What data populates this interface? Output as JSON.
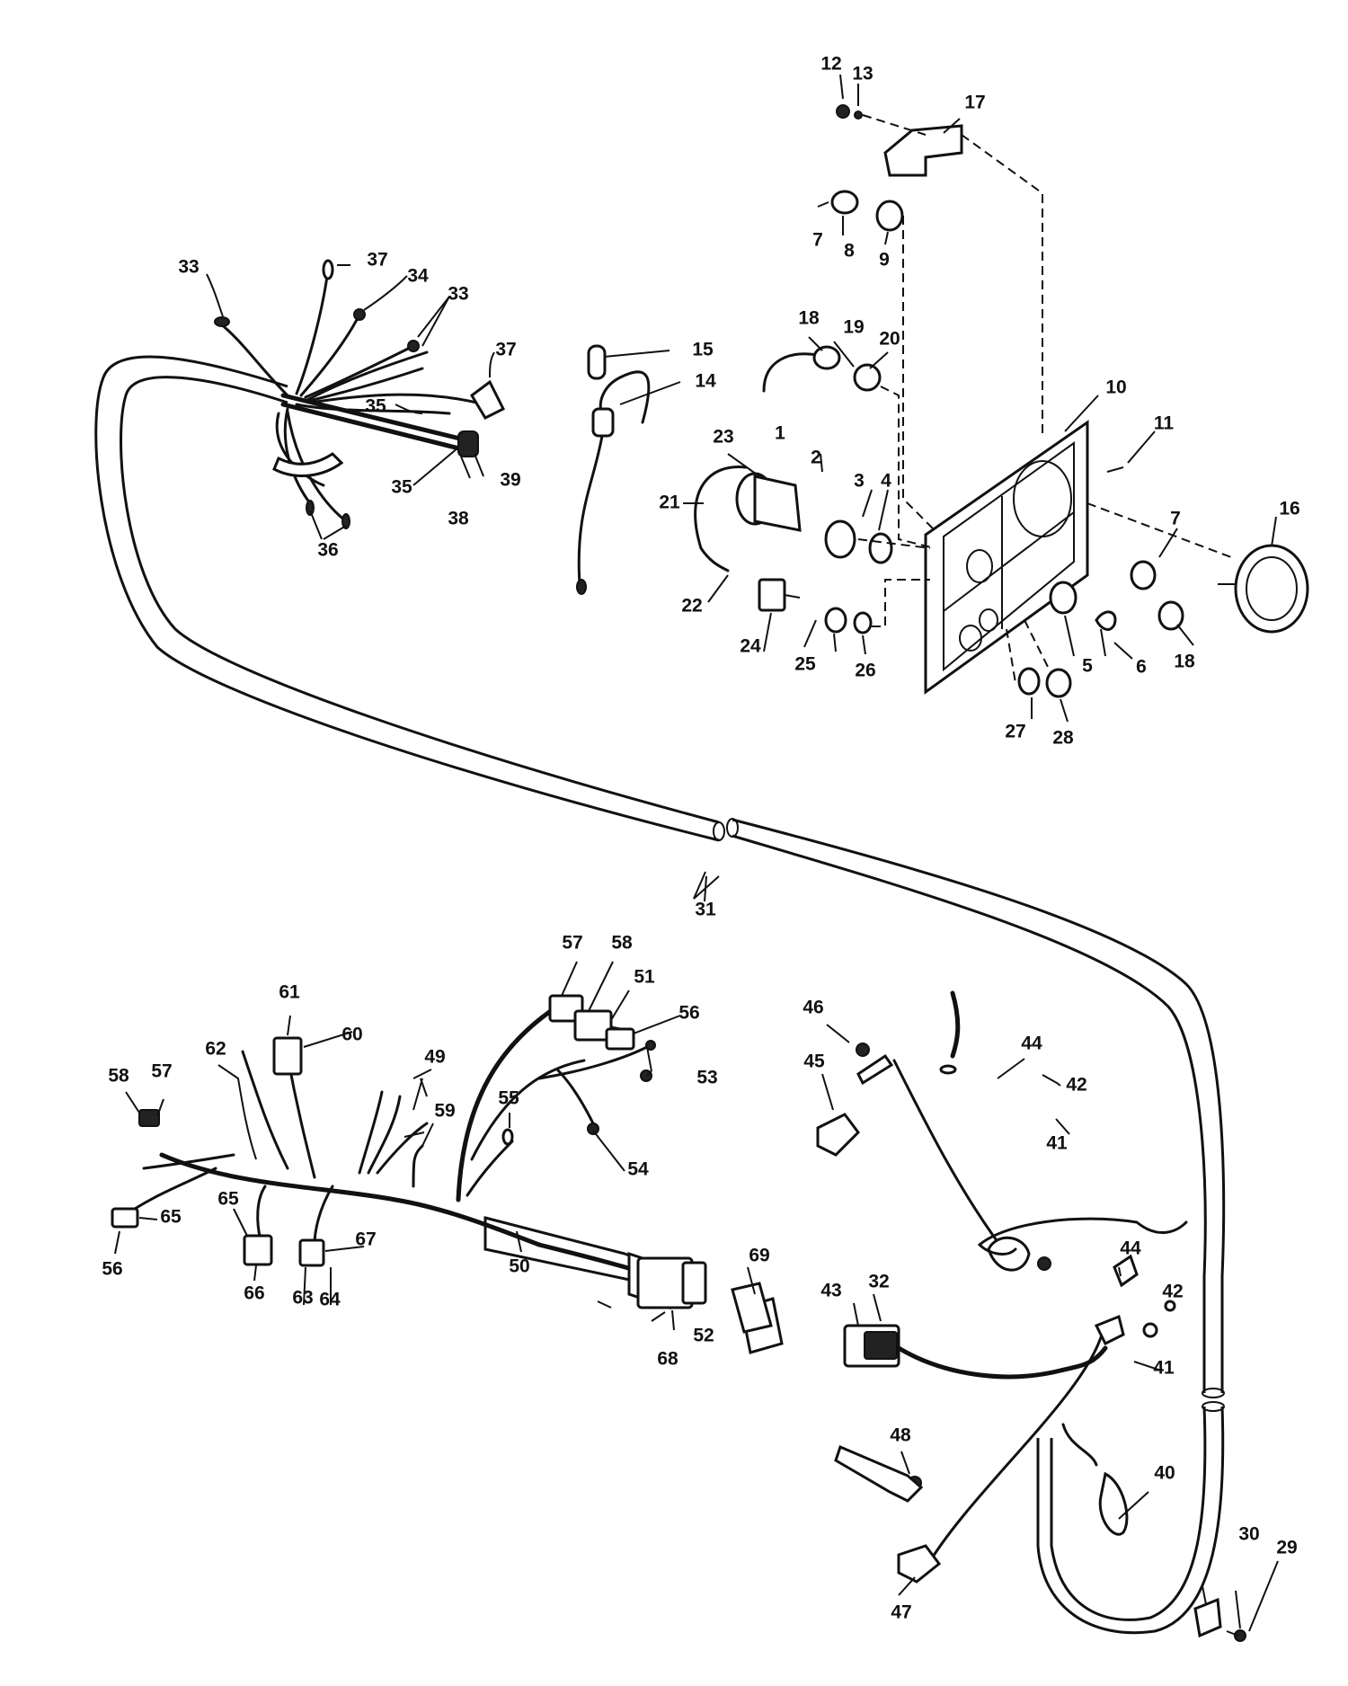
{
  "labels": [
    "1",
    "2",
    "3",
    "4",
    "5",
    "6",
    "7",
    "7",
    "8",
    "9",
    "10",
    "11",
    "12",
    "13",
    "14",
    "15",
    "16",
    "17",
    "18",
    "18",
    "19",
    "20",
    "21",
    "22",
    "23",
    "24",
    "25",
    "26",
    "27",
    "28",
    "29",
    "30",
    "31",
    "32",
    "33",
    "33",
    "34",
    "35",
    "35",
    "36",
    "37",
    "37",
    "38",
    "39",
    "40",
    "41",
    "41",
    "42",
    "42",
    "43",
    "44",
    "44",
    "45",
    "46",
    "47",
    "48",
    "49",
    "50",
    "51",
    "52",
    "53",
    "54",
    "55",
    "56",
    "56",
    "57",
    "57",
    "58",
    "58",
    "59",
    "60",
    "61",
    "62",
    "63",
    "64",
    "65",
    "65",
    "66",
    "67",
    "68",
    "69"
  ]
}
